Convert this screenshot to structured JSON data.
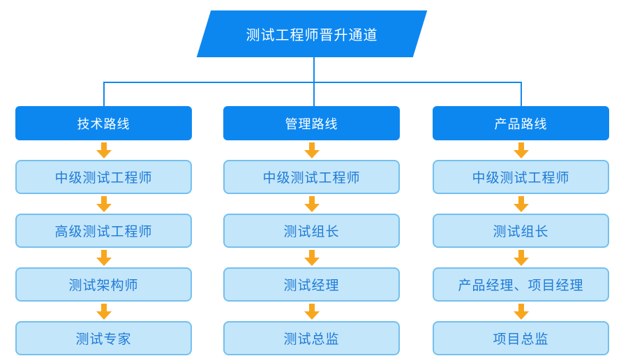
{
  "title": "测试工程师晋升通道",
  "colors": {
    "primary": "#0d87f0",
    "line": "#1288ea",
    "light_fill": "#c3e6fa",
    "light_border": "#74c0ee",
    "box_text": "#1f7ad6",
    "arrow": "#f7a71f",
    "header_text": "#ffffff",
    "background": "#ffffff"
  },
  "columns": [
    {
      "header": "技术路线",
      "steps": [
        "中级测试工程师",
        "高级测试工程师",
        "测试架构师",
        "测试专家"
      ]
    },
    {
      "header": "管理路线",
      "steps": [
        "中级测试工程师",
        "测试组长",
        "测试经理",
        "测试总监"
      ]
    },
    {
      "header": "产品路线",
      "steps": [
        "中级测试工程师",
        "测试组长",
        "产品经理、项目经理",
        "项目总监"
      ]
    }
  ]
}
